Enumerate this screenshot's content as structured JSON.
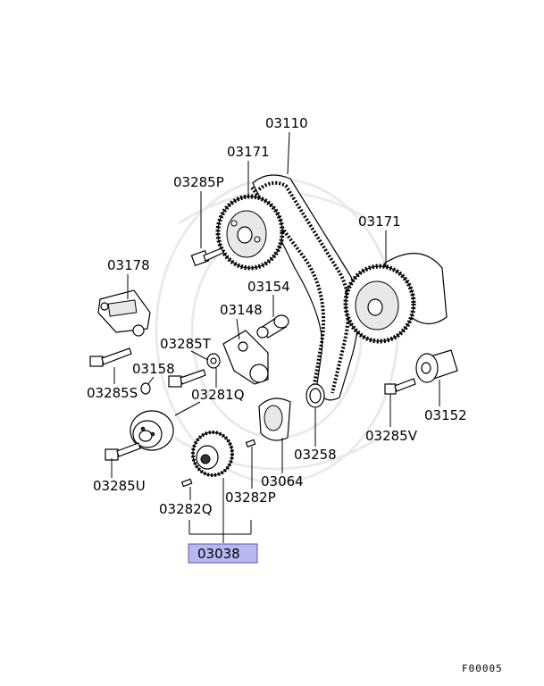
{
  "diagram": {
    "labels": {
      "p03110": "03110",
      "p03171_top": "03171",
      "p03171_right": "03171",
      "p03285P": "03285P",
      "p03178": "03178",
      "p03154": "03154",
      "p03148": "03148",
      "p03285T": "03285T",
      "p03285S": "03285S",
      "p03158": "03158",
      "p03281Q": "03281Q",
      "p03152": "03152",
      "p03258": "03258",
      "p03285V": "03285V",
      "p03285U": "03285U",
      "p03064": "03064",
      "p03282Q": "03282Q",
      "p03282P": "03282P",
      "p03038": "03038"
    },
    "highlight_color": "#b8b8f0",
    "figure_code": "F00005"
  }
}
